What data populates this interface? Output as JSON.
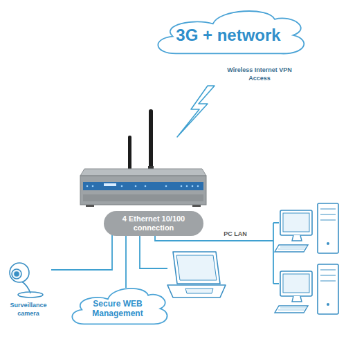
{
  "diagram": {
    "nodes": [
      {
        "text": [
          "3G + network"
        ]
      },
      {
        "text": [
          "4 Ethernet 10/100 connection"
        ]
      },
      {
        "text": [
          "Secure WEB Management"
        ]
      }
    ],
    "edges": [
      {
        "from": 1,
        "to": 2,
        "arrow": "none"
      }
    ],
    "labels": [
      "Wireless Internet VPN Access",
      "PC LAN",
      "Surveillance camera"
    ]
  }
}
